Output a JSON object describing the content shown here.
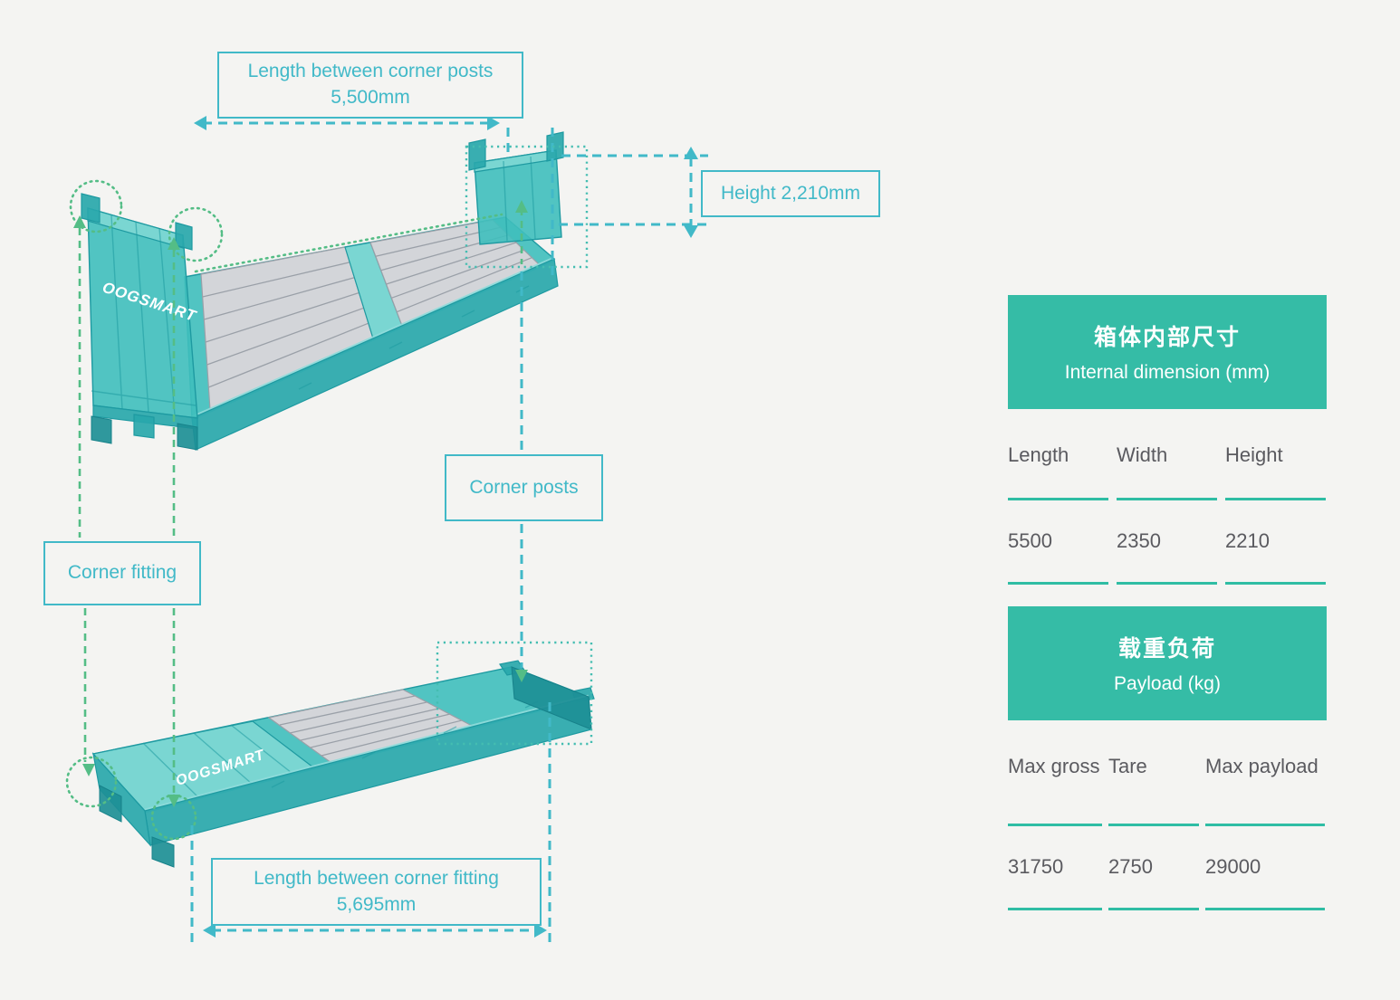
{
  "annotations": {
    "length_between_corner_posts": {
      "line1": "Length between corner posts",
      "line2": "5,500mm"
    },
    "height_label": "Height 2,210mm",
    "corner_posts": "Corner posts",
    "corner_fitting": "Corner fitting",
    "length_between_corner_fitting": {
      "line1": "Length between corner fitting",
      "line2": "5,695mm"
    }
  },
  "watermark": "OOGSMART",
  "tables": [
    {
      "title_zh": "箱体内部尺寸",
      "title_en": "Internal dimension (mm)",
      "columns": [
        "Length",
        "Width",
        "Height"
      ],
      "values": [
        "5500",
        "2350",
        "2210"
      ]
    },
    {
      "title_zh": "载重负荷",
      "title_en": "Payload (kg)",
      "columns": [
        "Max gross",
        "Tare",
        "Max payload"
      ],
      "values": [
        "31750",
        "2750",
        "29000"
      ]
    }
  ],
  "colors": {
    "background": "#f4f4f2",
    "annotation_teal": "#41b9c8",
    "guide_green": "#54bd86",
    "container_teal": "#3fbfbd",
    "table_header": "#35bca6",
    "table_rule": "#2fbda4",
    "table_text": "#5a5a5f"
  }
}
